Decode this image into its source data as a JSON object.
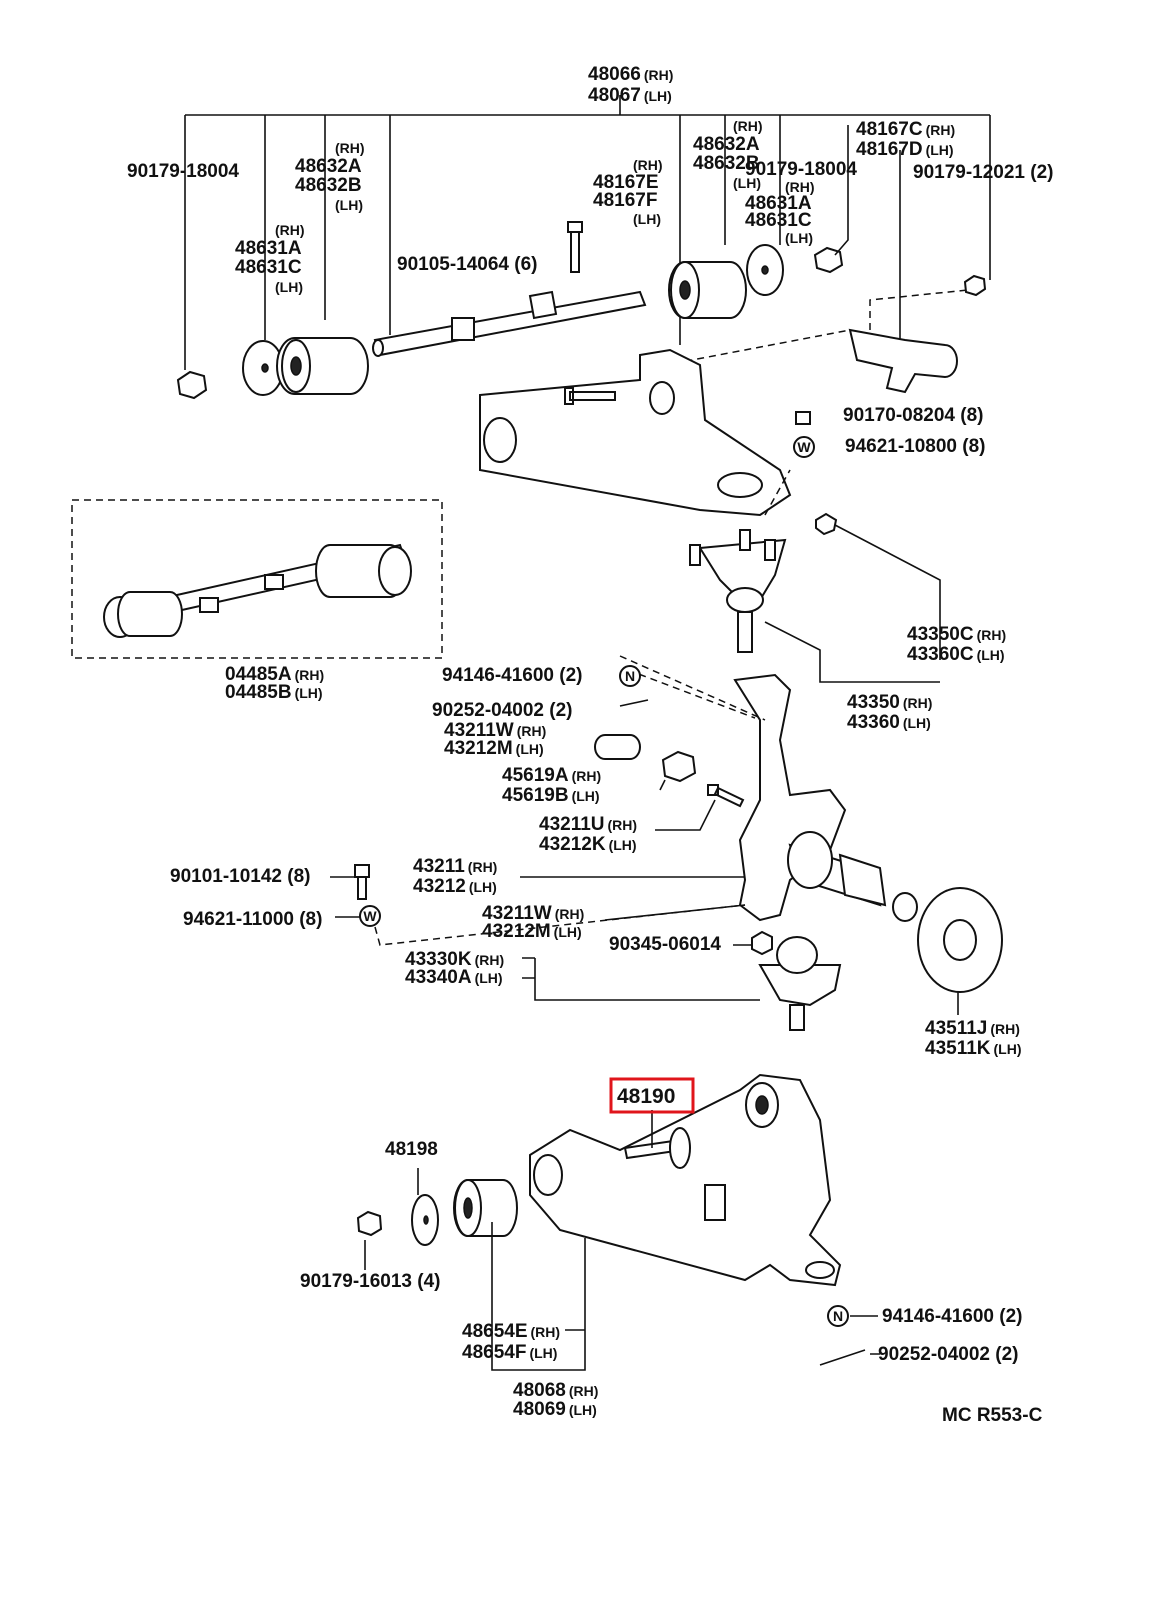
{
  "callouts": [
    {
      "id": "c1",
      "lines": [
        [
          "48066",
          "(RH)"
        ],
        [
          "48067",
          "(LH)"
        ]
      ]
    },
    {
      "id": "c2",
      "lines": [
        [
          "90179-18004",
          ""
        ]
      ]
    },
    {
      "id": "c3",
      "lines": [
        [
          "",
          "(RH)"
        ],
        [
          "48632A",
          ""
        ],
        [
          "48632B",
          ""
        ],
        [
          "",
          "(LH)"
        ]
      ]
    },
    {
      "id": "c4",
      "lines": [
        [
          "",
          "(RH)"
        ],
        [
          "48631A",
          ""
        ],
        [
          "48631C",
          ""
        ],
        [
          "",
          "(LH)"
        ]
      ]
    },
    {
      "id": "c5",
      "lines": [
        [
          "90105-14064 (6)",
          ""
        ]
      ]
    },
    {
      "id": "c6",
      "lines": [
        [
          "",
          "(RH)"
        ],
        [
          "48167E",
          ""
        ],
        [
          "48167F",
          ""
        ],
        [
          "",
          "(LH)"
        ]
      ]
    },
    {
      "id": "c7",
      "lines": [
        [
          "",
          "(RH)"
        ],
        [
          "48632A",
          ""
        ],
        [
          "48632B",
          ""
        ],
        [
          "",
          "(LH)"
        ]
      ]
    },
    {
      "id": "c8",
      "lines": [
        [
          "90179-18004",
          ""
        ],
        [
          "",
          "(RH)"
        ],
        [
          "48631A",
          ""
        ],
        [
          "48631C",
          ""
        ],
        [
          "",
          "(LH)"
        ]
      ]
    },
    {
      "id": "c9",
      "lines": [
        [
          "48167C",
          "(RH)"
        ],
        [
          "48167D",
          "(LH)"
        ]
      ]
    },
    {
      "id": "c10",
      "lines": [
        [
          "90179-12021 (2)",
          ""
        ]
      ]
    },
    {
      "id": "c11",
      "lines": [
        [
          "90170-08204 (8)",
          ""
        ]
      ]
    },
    {
      "id": "c12",
      "lines": [
        [
          "94621-10800 (8)",
          ""
        ]
      ]
    },
    {
      "id": "c13",
      "lines": [
        [
          "04485A",
          "(RH)"
        ],
        [
          "04485B",
          "(LH)"
        ]
      ]
    },
    {
      "id": "c14",
      "lines": [
        [
          "43350C",
          "(RH)"
        ],
        [
          "43360C",
          "(LH)"
        ]
      ]
    },
    {
      "id": "c15",
      "lines": [
        [
          "94146-41600 (2)",
          ""
        ]
      ]
    },
    {
      "id": "c16",
      "lines": [
        [
          "43350",
          "(RH)"
        ],
        [
          "43360",
          "(LH)"
        ]
      ]
    },
    {
      "id": "c17",
      "lines": [
        [
          "90252-04002 (2)",
          ""
        ]
      ]
    },
    {
      "id": "c18",
      "lines": [
        [
          "43211W",
          "(RH)"
        ],
        [
          "43212M",
          "(LH)"
        ]
      ]
    },
    {
      "id": "c19",
      "lines": [
        [
          "45619A",
          "(RH)"
        ],
        [
          "45619B",
          "(LH)"
        ]
      ]
    },
    {
      "id": "c20",
      "lines": [
        [
          "43211U",
          "(RH)"
        ],
        [
          "43212K",
          "(LH)"
        ]
      ]
    },
    {
      "id": "c21",
      "lines": [
        [
          "90101-10142 (8)",
          ""
        ]
      ]
    },
    {
      "id": "c22",
      "lines": [
        [
          "43211",
          "(RH)"
        ],
        [
          "43212",
          "(LH)"
        ]
      ]
    },
    {
      "id": "c23",
      "lines": [
        [
          "94621-11000 (8)",
          ""
        ]
      ]
    },
    {
      "id": "c24",
      "lines": [
        [
          "43211W",
          "(RH)"
        ],
        [
          "43212M",
          "(LH)"
        ]
      ]
    },
    {
      "id": "c25",
      "lines": [
        [
          "90345-06014",
          ""
        ]
      ]
    },
    {
      "id": "c26",
      "lines": [
        [
          "43330K",
          "(RH)"
        ],
        [
          "43340A",
          "(LH)"
        ]
      ]
    },
    {
      "id": "c27",
      "lines": [
        [
          "43511J",
          "(RH)"
        ],
        [
          "43511K",
          "(LH)"
        ]
      ]
    },
    {
      "id": "c28",
      "lines": [
        [
          "48190",
          ""
        ]
      ]
    },
    {
      "id": "c29",
      "lines": [
        [
          "48198",
          ""
        ]
      ]
    },
    {
      "id": "c30",
      "lines": [
        [
          "90179-16013 (4)",
          ""
        ]
      ]
    },
    {
      "id": "c31",
      "lines": [
        [
          "94146-41600 (2)",
          ""
        ]
      ]
    },
    {
      "id": "c32",
      "lines": [
        [
          "90252-04002 (2)",
          ""
        ]
      ]
    },
    {
      "id": "c33",
      "lines": [
        [
          "48654E",
          "(RH)"
        ],
        [
          "48654F",
          "(LH)"
        ]
      ]
    },
    {
      "id": "c34",
      "lines": [
        [
          "48068",
          "(RH)"
        ],
        [
          "48069",
          "(LH)"
        ]
      ]
    }
  ],
  "highlighted_part": "48190",
  "highlight_color": "#e0151b",
  "washer_letters": {
    "nut": "N",
    "washer": "W"
  },
  "diagram_code": "MC  R553-C"
}
